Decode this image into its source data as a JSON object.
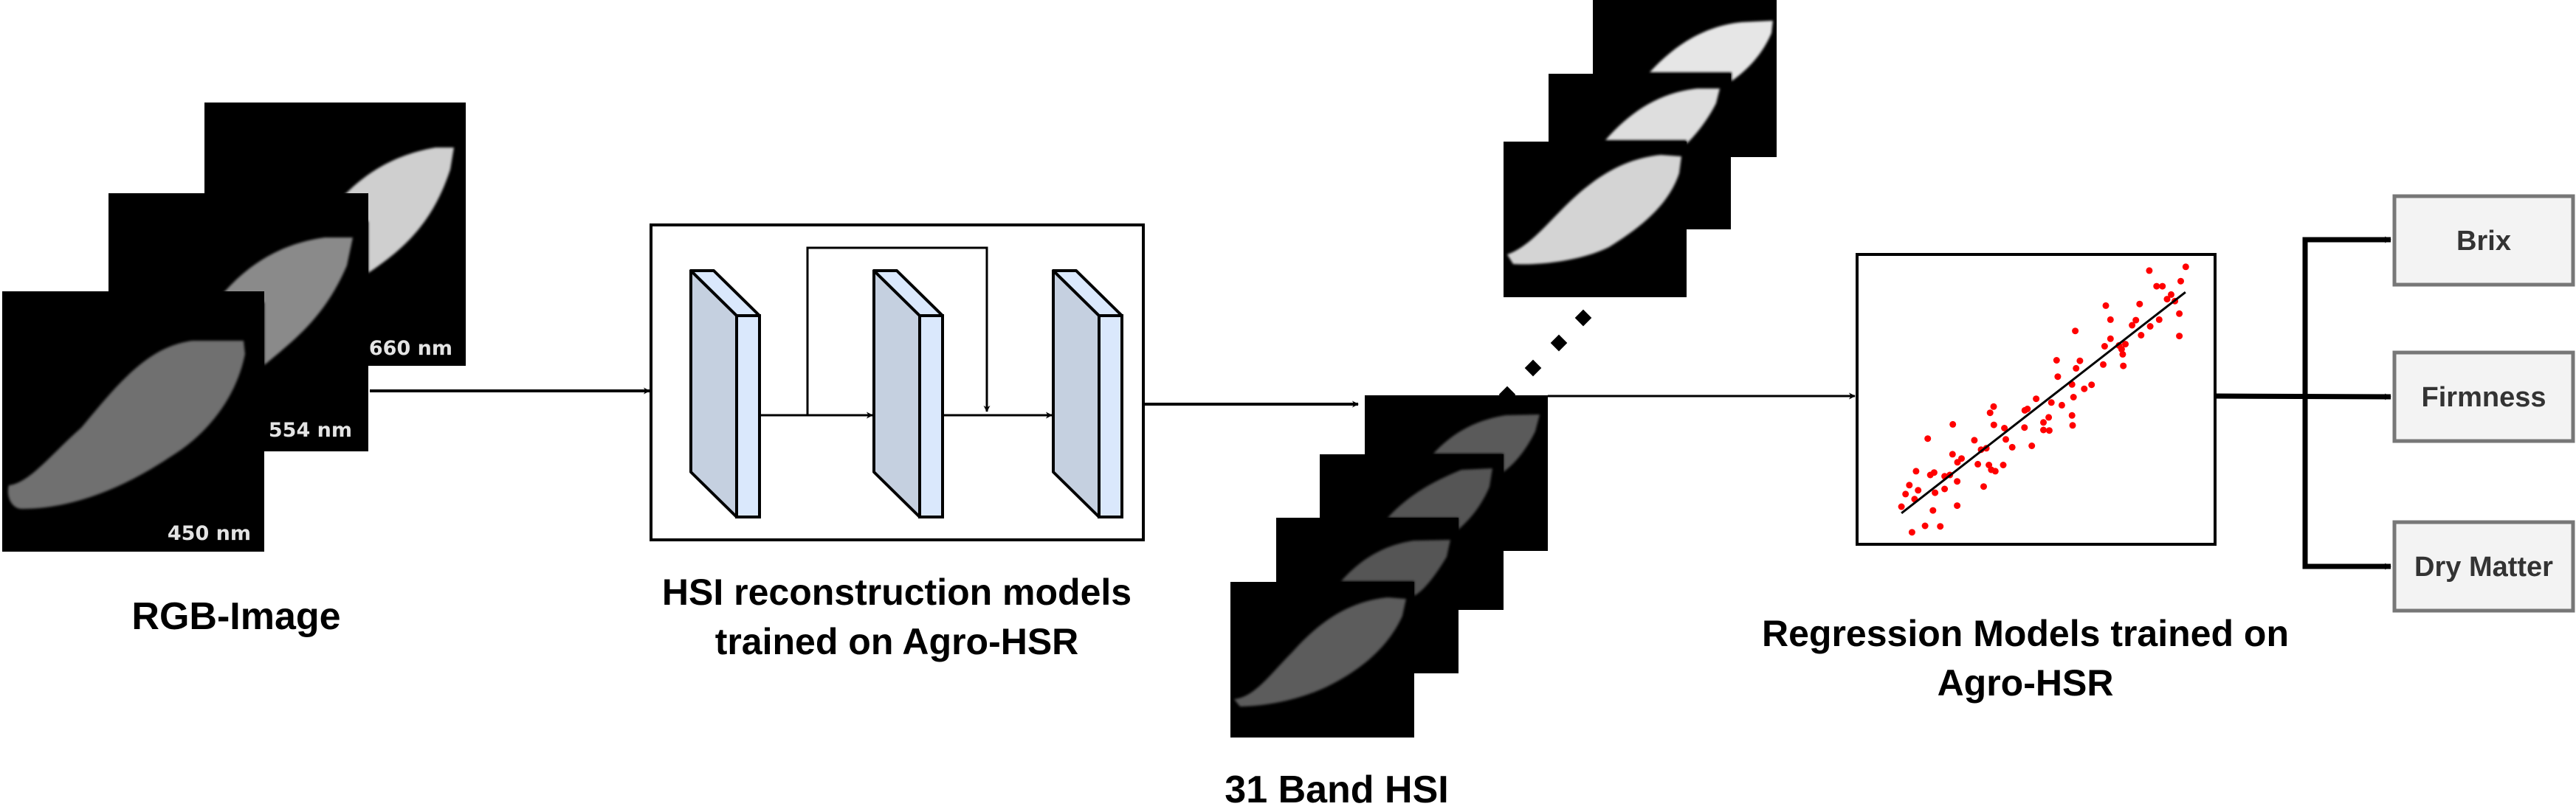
{
  "rgb_stage": {
    "caption": "RGB-Image",
    "bands": [
      {
        "label": "660 nm",
        "brightness": "bright"
      },
      {
        "label": "554 nm",
        "brightness": "medium"
      },
      {
        "label": "450 nm",
        "brightness": "dark"
      }
    ]
  },
  "reconstruction_stage": {
    "caption_line1": "HSI reconstruction models",
    "caption_line2": "trained on Agro-HSR",
    "layer_count": 3,
    "skip_connection": "layer1-output to layer3-input",
    "colors": {
      "layer_front": "#c5d0e0",
      "layer_side": "#dae8fc",
      "border": "#000000"
    }
  },
  "hsi_stage": {
    "caption": "31 Band HSI",
    "top_stack_count": 3,
    "bottom_stack_count": 4,
    "ellipsis": "...."
  },
  "regression_stage": {
    "caption_line1": "Regression Models trained on",
    "caption_line2": "Agro-HSR",
    "point_color": "#ff0000",
    "line_color": "#000000"
  },
  "outputs": [
    {
      "label": "Brix"
    },
    {
      "label": "Firmness"
    },
    {
      "label": "Dry Matter"
    }
  ],
  "output_box_colors": {
    "fill": "#f3f3f3",
    "border": "#777777",
    "text": "#333333"
  },
  "chart_data": {
    "type": "scatter",
    "title": "",
    "xlabel": "",
    "ylabel": "",
    "xlim": [
      0,
      10
    ],
    "ylim": [
      0,
      10
    ],
    "grid": false,
    "fit_line": {
      "x": [
        0.13,
        9.87
      ],
      "y": [
        0.8,
        9.01
      ]
    },
    "points": [
      [
        0.49,
        0.09
      ],
      [
        0.94,
        0.33
      ],
      [
        1.46,
        0.31
      ],
      [
        1.21,
        0.9
      ],
      [
        0.13,
        1.04
      ],
      [
        0.27,
        1.51
      ],
      [
        0.4,
        1.84
      ],
      [
        0.7,
        1.65
      ],
      [
        0.58,
        1.32
      ],
      [
        0.63,
        2.36
      ],
      [
        1.12,
        2.22
      ],
      [
        1.25,
        2.31
      ],
      [
        1.28,
        1.56
      ],
      [
        1.61,
        1.7
      ],
      [
        1.61,
        2.17
      ],
      [
        1.79,
        2.22
      ],
      [
        2.04,
        1.98
      ],
      [
        2.04,
        1.08
      ],
      [
        1.03,
        3.57
      ],
      [
        1.89,
        4.1
      ],
      [
        1.88,
        2.99
      ],
      [
        2.05,
        2.69
      ],
      [
        2.19,
        2.83
      ],
      [
        2.63,
        3.51
      ],
      [
        2.75,
        2.62
      ],
      [
        2.95,
        1.79
      ],
      [
        2.86,
        3.16
      ],
      [
        3.04,
        3.21
      ],
      [
        3.13,
        2.59
      ],
      [
        3.21,
        2.41
      ],
      [
        3.35,
        2.36
      ],
      [
        3.62,
        2.59
      ],
      [
        3.17,
        4.53
      ],
      [
        3.29,
        4.76
      ],
      [
        3.3,
        4.08
      ],
      [
        3.66,
        3.96
      ],
      [
        3.71,
        3.54
      ],
      [
        3.93,
        3.25
      ],
      [
        4.36,
        4.62
      ],
      [
        4.45,
        4.67
      ],
      [
        4.35,
        3.98
      ],
      [
        4.6,
        3.3
      ],
      [
        4.75,
        5.05
      ],
      [
        5.0,
        4.17
      ],
      [
        5.0,
        3.89
      ],
      [
        5.2,
        3.87
      ],
      [
        5.18,
        4.36
      ],
      [
        5.27,
        4.91
      ],
      [
        5.45,
        6.48
      ],
      [
        5.49,
        5.87
      ],
      [
        5.63,
        4.81
      ],
      [
        5.98,
        5.58
      ],
      [
        6.03,
        5.11
      ],
      [
        5.98,
        4.43
      ],
      [
        6.0,
        4.06
      ],
      [
        6.09,
        7.57
      ],
      [
        6.12,
        6.18
      ],
      [
        6.25,
        6.46
      ],
      [
        6.4,
        5.42
      ],
      [
        6.65,
        5.57
      ],
      [
        7.05,
        6.32
      ],
      [
        7.1,
        7.0
      ],
      [
        7.14,
        8.51
      ],
      [
        7.3,
        7.99
      ],
      [
        7.3,
        7.28
      ],
      [
        7.59,
        7.03
      ],
      [
        7.68,
        6.89
      ],
      [
        7.72,
        6.7
      ],
      [
        7.74,
        6.27
      ],
      [
        7.81,
        7.08
      ],
      [
        8.04,
        7.78
      ],
      [
        8.17,
        7.97
      ],
      [
        8.3,
        8.57
      ],
      [
        8.35,
        7.41
      ],
      [
        8.66,
        7.74
      ],
      [
        8.63,
        9.81
      ],
      [
        8.88,
        9.23
      ],
      [
        9.08,
        9.23
      ],
      [
        8.97,
        7.99
      ],
      [
        9.24,
        8.75
      ],
      [
        9.38,
        8.92
      ],
      [
        9.51,
        8.68
      ],
      [
        9.66,
        8.21
      ],
      [
        9.66,
        7.38
      ],
      [
        9.71,
        9.42
      ],
      [
        9.88,
        9.95
      ]
    ]
  }
}
